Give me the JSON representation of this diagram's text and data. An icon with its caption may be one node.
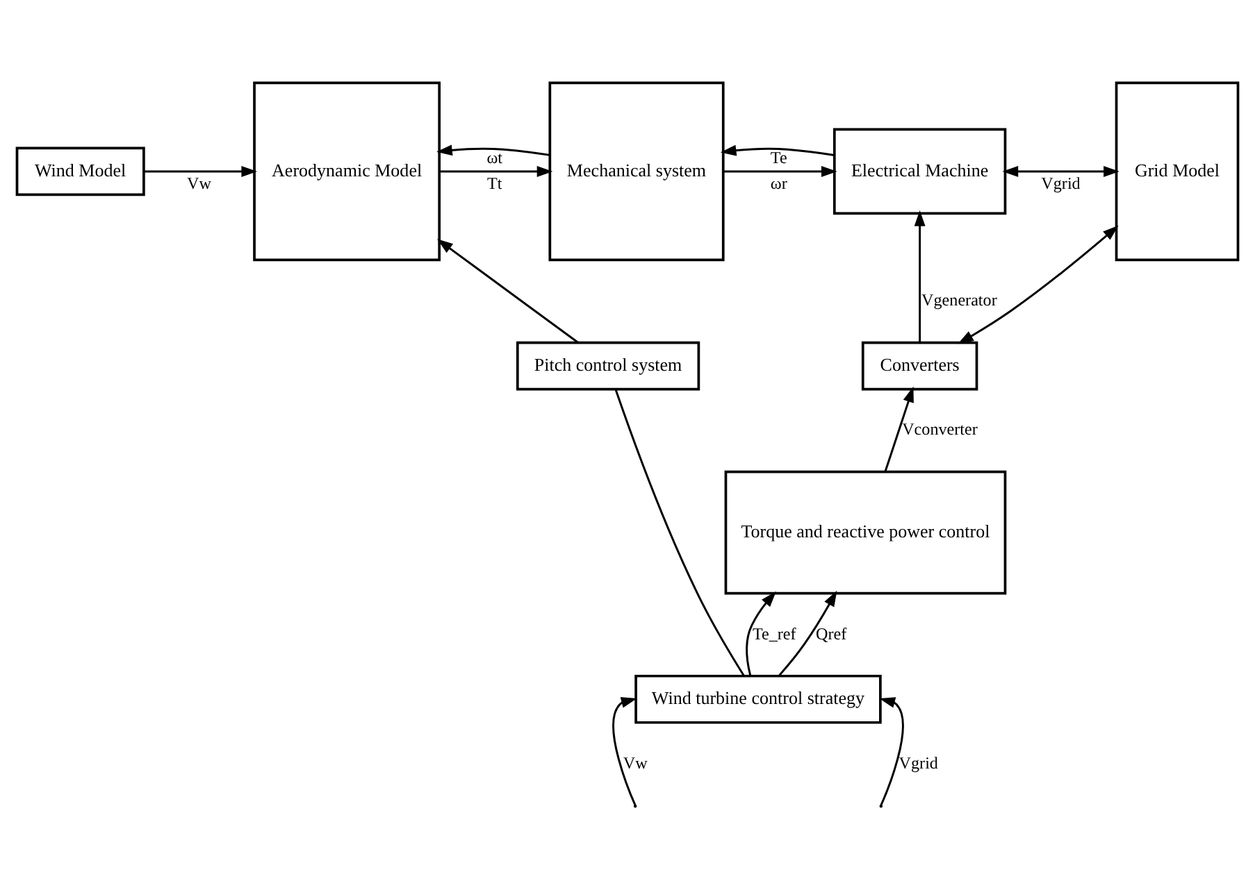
{
  "diagram": {
    "nodes": [
      {
        "text": [
          "Wind Model"
        ]
      },
      {
        "text": [
          "Aerodynamic Model"
        ]
      },
      {
        "text": [
          "Mechanical system"
        ]
      },
      {
        "text": [
          "Electrical Machine"
        ]
      },
      {
        "text": [
          "Grid Model"
        ]
      },
      {
        "text": [
          "Converters"
        ]
      },
      {
        "text": [
          "Pitch control system"
        ]
      },
      {
        "text": [
          "Torque and reactive power control"
        ]
      },
      {
        "text": [
          "Wind turbine control strategy"
        ]
      }
    ],
    "edges": [
      {
        "from": 0,
        "to": 1,
        "arrow": "to",
        "label": "Vw"
      },
      {
        "from": 1,
        "to": 2,
        "arrow": "to",
        "label": "Tt"
      },
      {
        "from": 2,
        "to": 3,
        "arrow": "to",
        "label": "ωr"
      },
      {
        "from": 3,
        "to": 2,
        "arrow": "to",
        "label": "Te"
      },
      {
        "from": 2,
        "to": 1,
        "arrow": "to",
        "label": "ωt"
      },
      {
        "from": 3,
        "to": 4,
        "arrow": "both",
        "label": "Vgrid"
      },
      {
        "from": 5,
        "to": 3,
        "arrow": "to",
        "label": "Vgenerator"
      },
      {
        "from": 5,
        "to": 4,
        "arrow": "both"
      },
      {
        "from": 6,
        "to": 1,
        "arrow": "to"
      },
      {
        "from": 8,
        "to": 6,
        "arrow": "none"
      },
      {
        "from": 7,
        "to": 5,
        "arrow": "to",
        "label": "Vconverter"
      },
      {
        "from": 8,
        "to": 7,
        "arrow": "to",
        "label": "Te_ref"
      },
      {
        "from": 8,
        "to": 7,
        "arrow": "to",
        "label": "Qref"
      },
      {
        "from": null,
        "to": 8,
        "arrow": "to",
        "label": "Vw"
      },
      {
        "from": null,
        "to": 8,
        "arrow": "to",
        "label": "Vgrid"
      }
    ]
  }
}
